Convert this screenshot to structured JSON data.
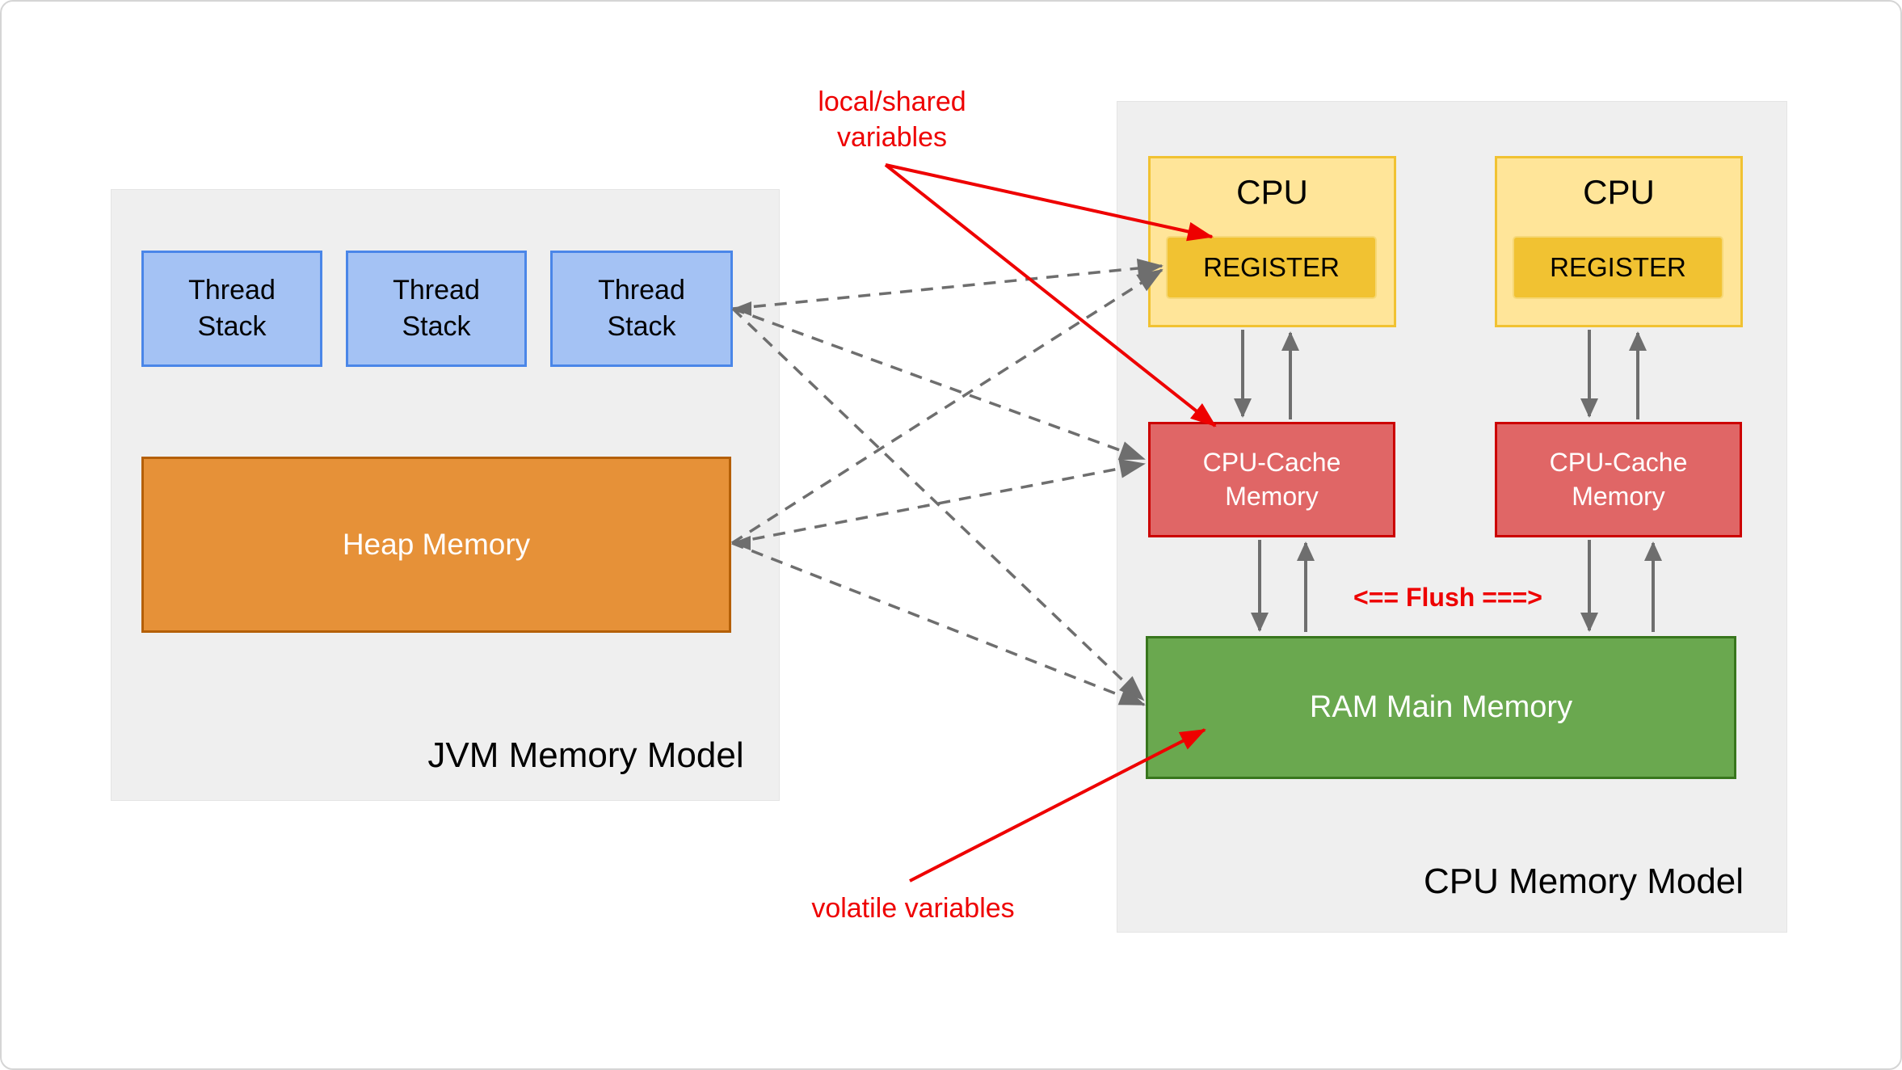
{
  "jvm": {
    "title": "JVM Memory Model",
    "thread_stacks": [
      "Thread Stack",
      "Thread Stack",
      "Thread Stack"
    ],
    "heap_label": "Heap Memory"
  },
  "cpu": {
    "title": "CPU Memory Model",
    "cpus": [
      {
        "label": "CPU",
        "register": "REGISTER"
      },
      {
        "label": "CPU",
        "register": "REGISTER"
      }
    ],
    "caches": [
      "CPU-Cache Memory",
      "CPU-Cache Memory"
    ],
    "ram_label": "RAM Main Memory",
    "flush_label": "<== Flush ===>"
  },
  "annotations": {
    "local_shared": "local/shared variables",
    "volatile": "volatile variables"
  },
  "colors": {
    "thread_stack_fill": "#a4c2f4",
    "thread_stack_border": "#4a86e8",
    "heap_fill": "#e69138",
    "heap_border": "#b45f06",
    "cpu_fill": "#ffe599",
    "cpu_border": "#f1c232",
    "register_fill": "#f1c232",
    "cache_fill": "#e06666",
    "cache_border": "#cc0000",
    "ram_fill": "#6aa84f",
    "ram_border": "#38761d",
    "panel_fill": "#efefef",
    "arrow_gray": "#6e6e6e",
    "annotation_red": "#ee0000"
  }
}
